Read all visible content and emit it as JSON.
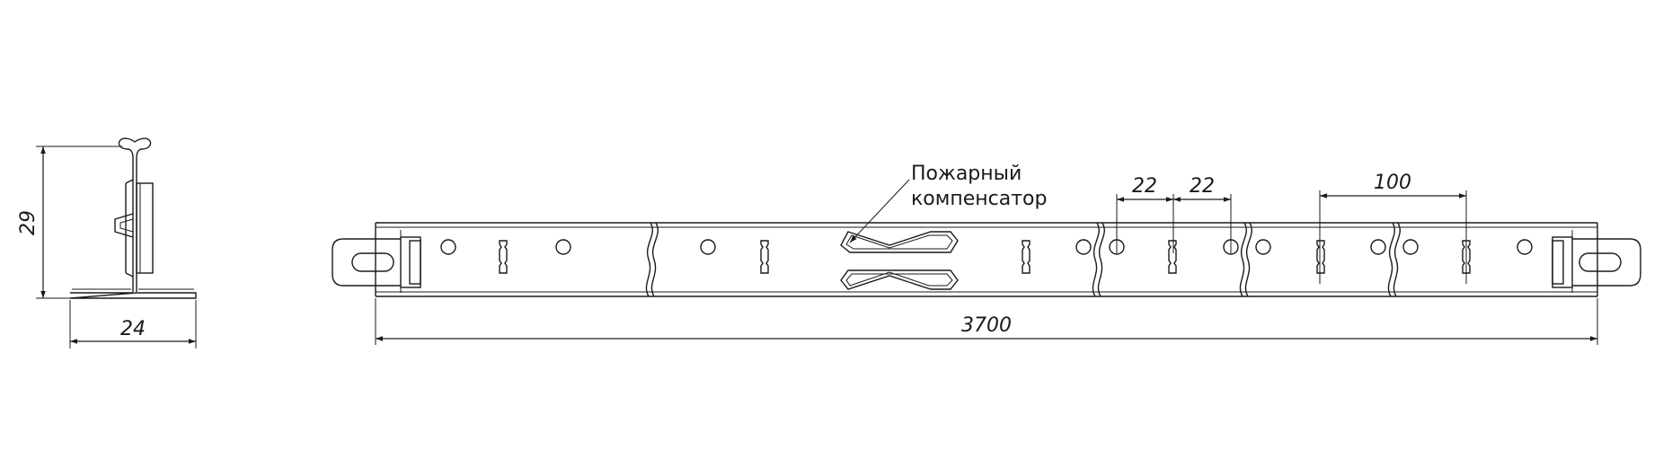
{
  "profile_view": {
    "height_label": "29",
    "width_label": "24"
  },
  "main_view": {
    "length_label": "3700",
    "callout_line1": "Пожарный",
    "callout_line2": "компенсатор",
    "dim_22_a": "22",
    "dim_22_b": "22",
    "dim_100": "100"
  }
}
